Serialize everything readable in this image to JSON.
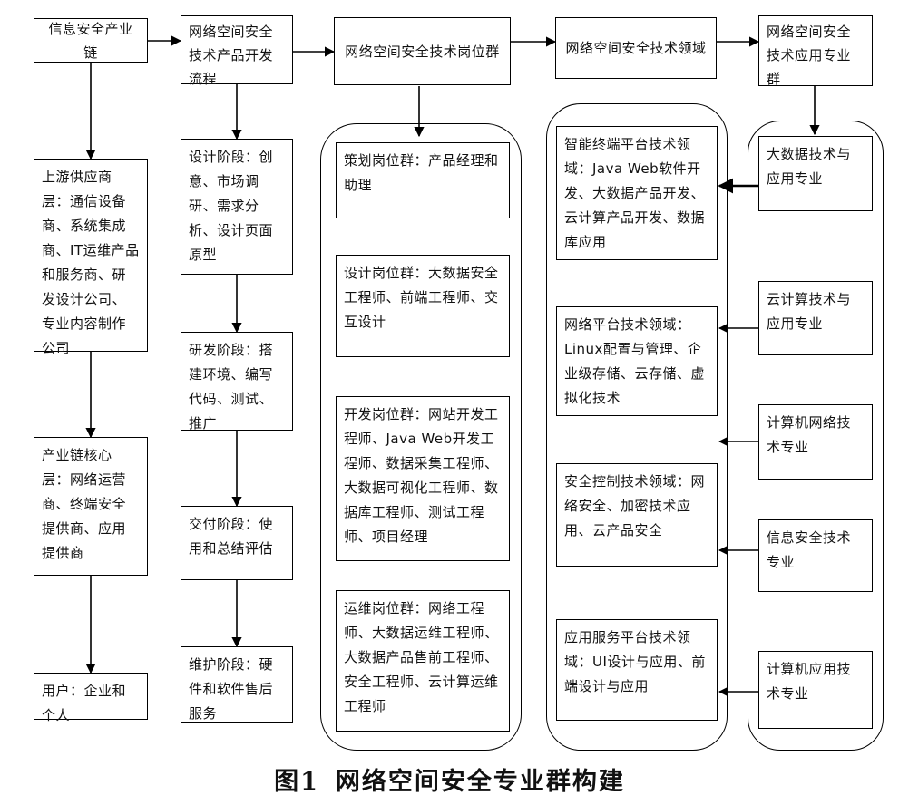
{
  "headers": {
    "chain": "信息安全产业链",
    "flow": "网络空间安全技术产品开发流程",
    "jobs": "网络空间安全技术岗位群",
    "domains": "网络空间安全技术领域",
    "majors": "网络空间安全技术应用专业群"
  },
  "chain": [
    "上游供应商层：通信设备商、系统集成商、IT运维产品和服务商、研发设计公司、专业内容制作公司",
    "产业链核心层：网络运营商、终端安全提供商、应用提供商",
    "用户：企业和个人"
  ],
  "flow": [
    "设计阶段：创意、市场调研、需求分析、设计页面原型",
    "研发阶段：搭建环境、编写代码、测试、推广",
    "交付阶段：使用和总结评估",
    "维护阶段：硬件和软件售后服务"
  ],
  "jobs": [
    "策划岗位群：产品经理和助理",
    "设计岗位群：大数据安全工程师、前端工程师、交互设计",
    "开发岗位群：网站开发工程师、Java Web开发工程师、数据采集工程师、大数据可视化工程师、数据库工程师、测试工程师、项目经理",
    "运维岗位群：网络工程师、大数据运维工程师、大数据产品售前工程师、安全工程师、云计算运维工程师"
  ],
  "domains": [
    "智能终端平台技术领域：Java Web软件开发、大数据产品开发、云计算产品开发、数据库应用",
    "网络平台技术领域：Linux配置与管理、企业级存储、云存储、虚拟化技术",
    "安全控制技术领域：网络安全、加密技术应用、云产品安全",
    "应用服务平台技术领域：UI设计与应用、前端设计与应用"
  ],
  "majors": [
    "大数据技术与应用专业",
    "云计算技术与应用专业",
    "计算机网络技术专业",
    "信息安全技术专业",
    "计算机应用技术专业"
  ],
  "caption": {
    "number": "图1",
    "text": "网络空间安全专业群构建"
  }
}
